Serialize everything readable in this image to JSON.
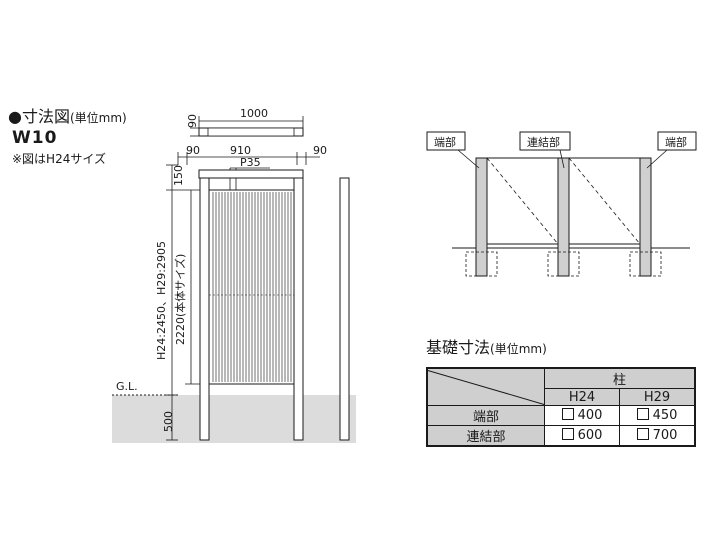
{
  "header": {
    "heading": "●寸法図",
    "heading_unit": "(単位mm)",
    "model": "W10",
    "note": "※図はH24サイズ"
  },
  "dimensions": {
    "top_90": "90",
    "top_1000": "1000",
    "left_90": "90",
    "mid_910": "910",
    "right_90": "90",
    "pitch": "P35",
    "height_150": "150",
    "height_main": "H24:2450、H29:2905",
    "height_body": "2220(本体サイズ)",
    "gl": "G.L.",
    "depth_500": "500"
  },
  "layout_diagram": {
    "end_left": "端部",
    "joint": "連結部",
    "end_right": "端部"
  },
  "foundation": {
    "title": "基礎寸法",
    "unit": "(単位mm)",
    "pillar_header": "柱",
    "col_h24": "H24",
    "col_h29": "H29",
    "rows": [
      {
        "label": "端部",
        "h24": "400",
        "h29": "450"
      },
      {
        "label": "連結部",
        "h24": "600",
        "h29": "700"
      }
    ]
  }
}
